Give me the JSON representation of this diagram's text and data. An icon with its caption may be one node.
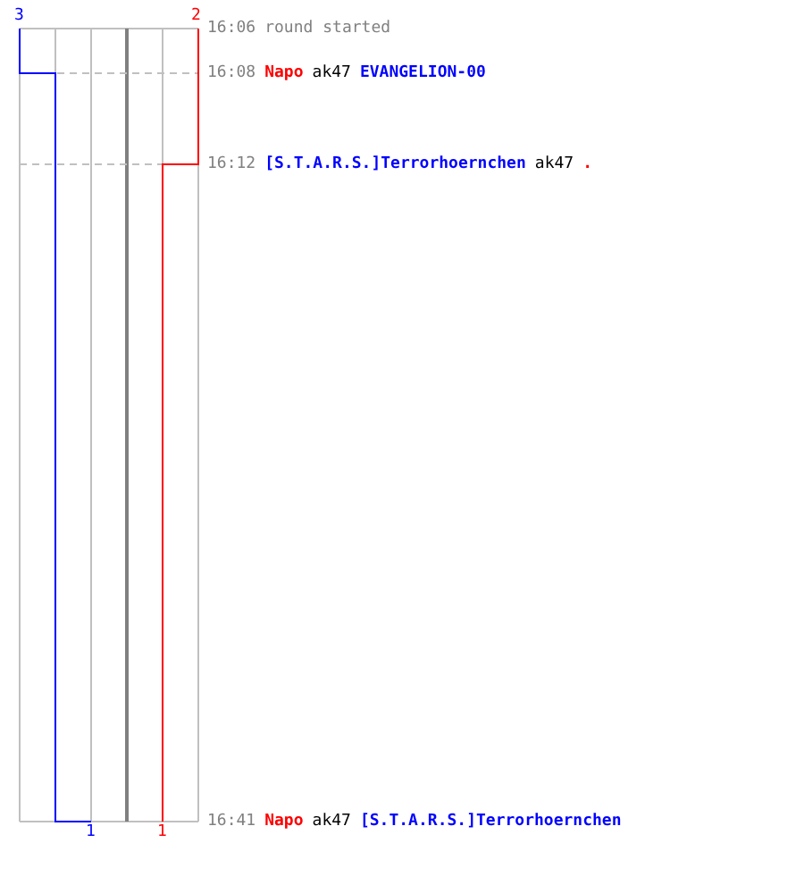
{
  "diagram": {
    "labels": [
      "3",
      "2",
      "16:06",
      "round started",
      "16:08",
      "Napo",
      "ak47",
      "EVANGELION-00",
      "16:12",
      "[S.T.A.R.S.]Terrorhoernchen",
      "ak47",
      ".",
      "16:41",
      "Napo",
      "ak47",
      "[S.T.A.R.S.]Terrorhoernchen",
      "1",
      "1"
    ]
  }
}
